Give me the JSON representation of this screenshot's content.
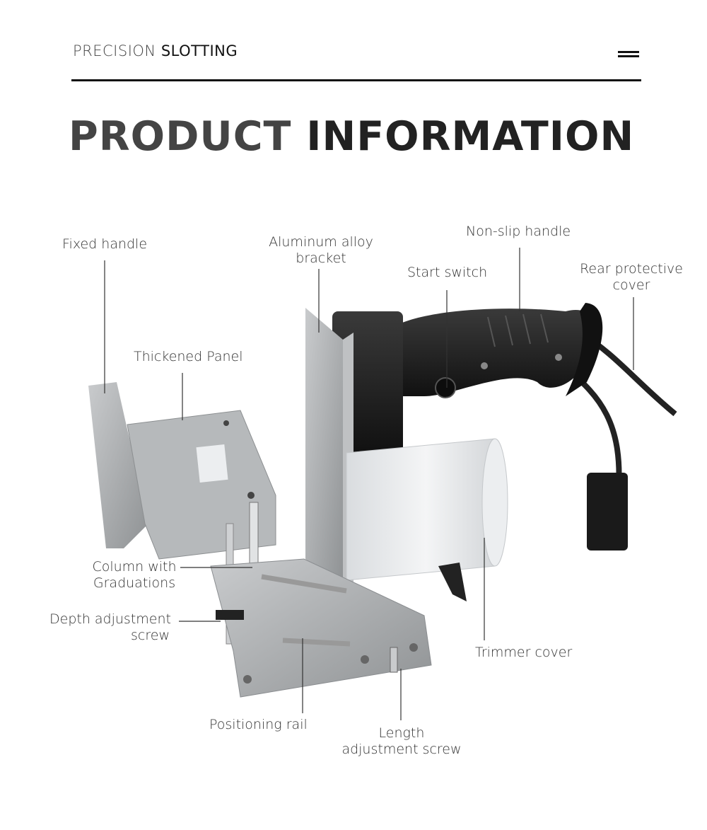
{
  "header": {
    "brand_light": "PRECISION",
    "brand_bold": "SLOTTING",
    "menu_icon": "hamburger-menu-icon"
  },
  "main": {
    "title_part1": "PRODUCT",
    "title_part2": "INFORMATION"
  },
  "labels": {
    "fixed_handle": "Fixed handle",
    "aluminum_line1": "Aluminum alloy",
    "aluminum_line2": "bracket",
    "non_slip": "Non-slip handle",
    "start_switch": "Start switch",
    "rear_line1": "Rear protective",
    "rear_line2": "cover",
    "thickened_panel": "Thickened Panel",
    "column_line1": "Column with",
    "column_line2": "Graduations",
    "depth_line1": "Depth adjustment",
    "depth_line2": "screw",
    "trimmer_cover": "Trimmer cover",
    "positioning_rail": "Positioning rail",
    "length_line1": "Length",
    "length_line2": "adjustment screw"
  },
  "colors": {
    "divider": "#111111",
    "metal": "#a9acae",
    "black_body": "#1b1b1b"
  }
}
